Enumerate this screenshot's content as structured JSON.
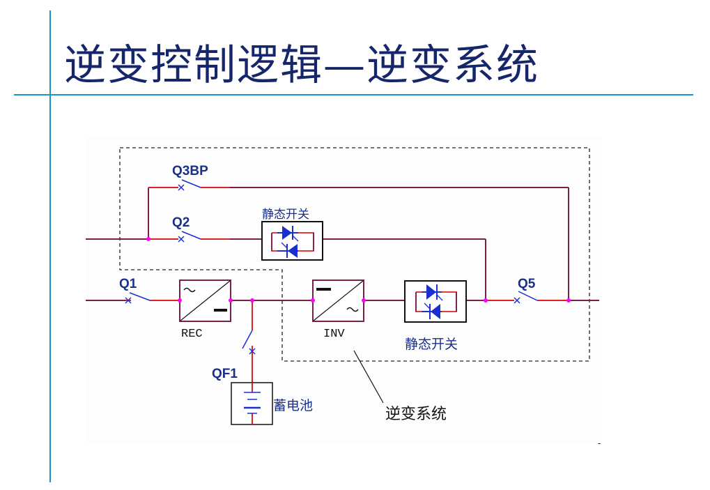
{
  "slide": {
    "title": "逆变控制逻辑—逆变系统",
    "accent_color": "#1496c8",
    "title_color": "#16266a"
  },
  "diagram": {
    "switches": {
      "q3bp": "Q3BP",
      "q2": "Q2",
      "q1": "Q1",
      "q5": "Q5",
      "qf1": "QF1"
    },
    "blocks": {
      "rec": "REC",
      "inv": "INV",
      "static_switch_bypass": "静态开关",
      "static_switch_inverter": "静态开关",
      "battery": "蓄电池"
    },
    "callout": "逆变系统",
    "colors": {
      "wire": "#7a1f4a",
      "wire_live": "#e02020",
      "junction": "#ff00ff",
      "switch": "#1a2fd0",
      "label": "#1a2f8a"
    }
  },
  "footer": {
    "mark": "-"
  }
}
